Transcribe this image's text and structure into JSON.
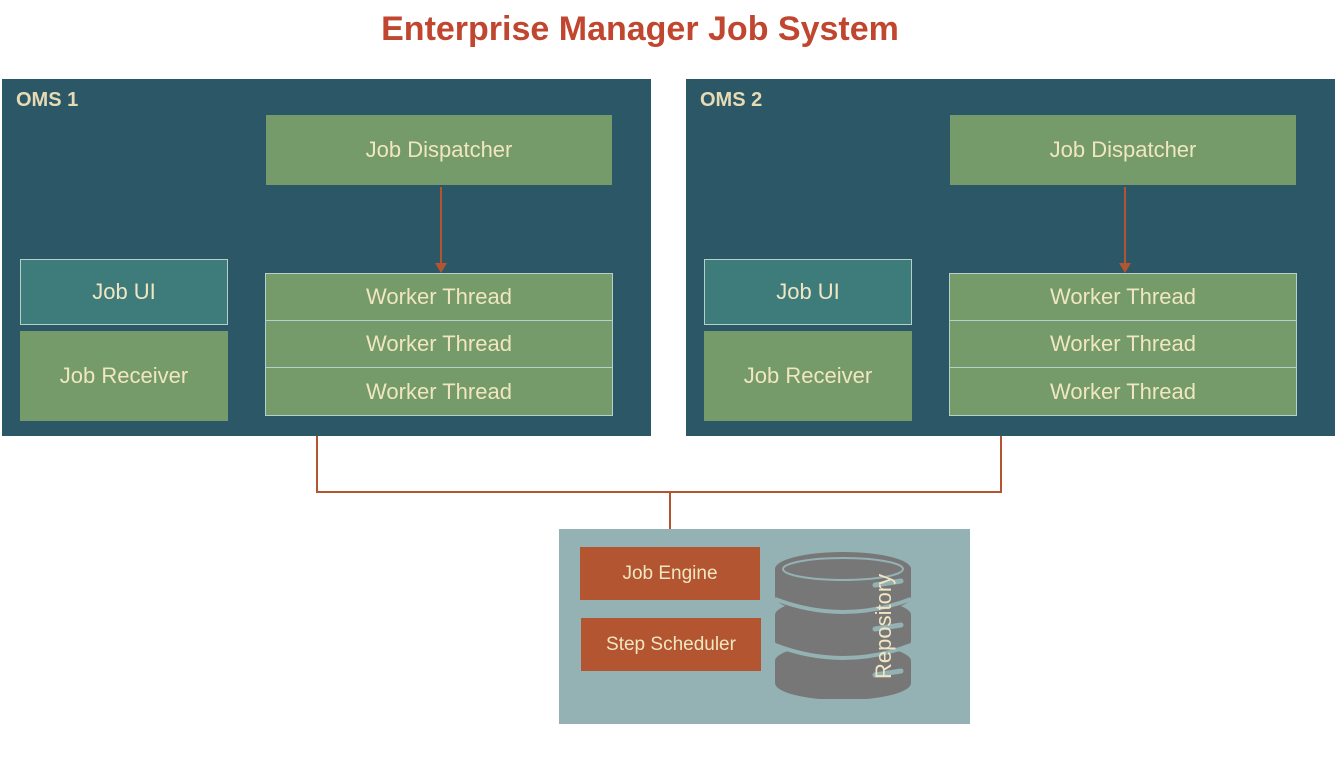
{
  "title": "Enterprise Manager Job System",
  "oms": [
    {
      "label": "OMS 1",
      "job_dispatcher": "Job Dispatcher",
      "job_ui": "Job UI",
      "job_receiver": "Job Receiver",
      "worker_threads": [
        "Worker Thread",
        "Worker Thread",
        "Worker Thread"
      ]
    },
    {
      "label": "OMS 2",
      "job_dispatcher": "Job Dispatcher",
      "job_ui": "Job UI",
      "job_receiver": "Job Receiver",
      "worker_threads": [
        "Worker Thread",
        "Worker Thread",
        "Worker Thread"
      ]
    }
  ],
  "repository": {
    "label": "Repository",
    "job_engine": "Job Engine",
    "step_scheduler": "Step Scheduler"
  },
  "colors": {
    "title": "#c0462f",
    "oms_background": "#2b5766",
    "component_green": "#749b69",
    "job_ui_teal": "#3e7c7c",
    "repository_background": "#94b1b3",
    "engine_orange": "#b25530",
    "connector": "#b25530",
    "database_icon": "#777777"
  },
  "icons": [
    "database-icon"
  ]
}
